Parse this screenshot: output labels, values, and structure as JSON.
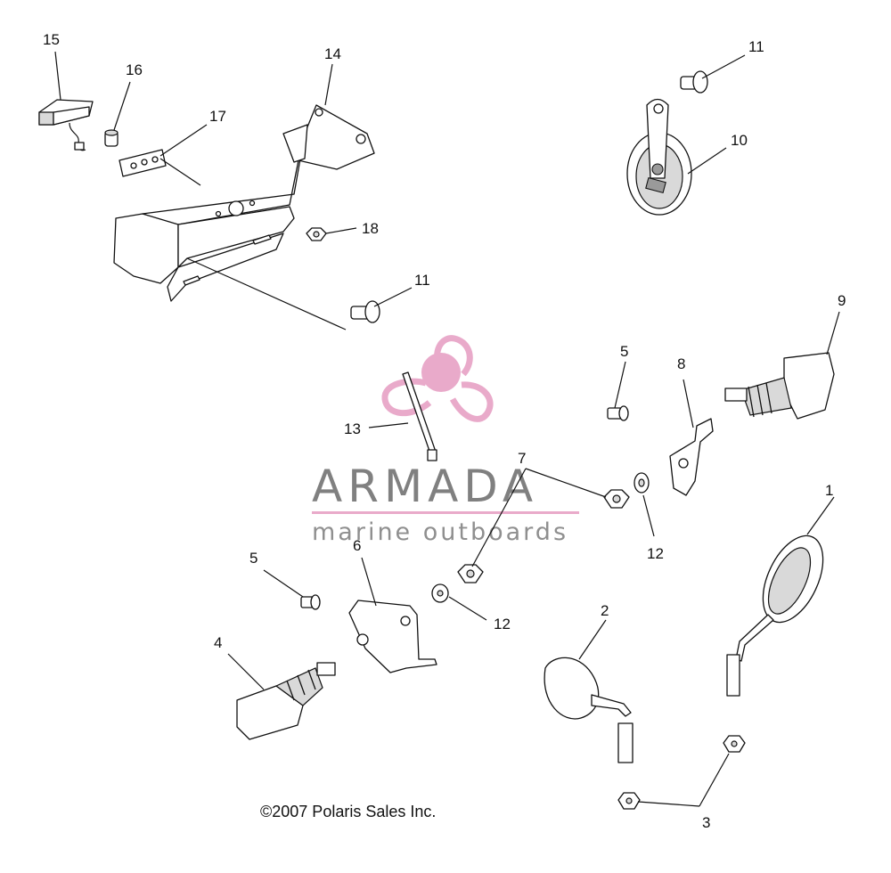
{
  "callouts": {
    "c1": "1",
    "c2": "2",
    "c3": "3",
    "c4": "4",
    "c5a": "5",
    "c5b": "5",
    "c6": "6",
    "c7": "7",
    "c8": "8",
    "c9": "9",
    "c10": "10",
    "c11a": "11",
    "c11b": "11",
    "c12a": "12",
    "c12b": "12",
    "c13": "13",
    "c14": "14",
    "c15": "15",
    "c16": "16",
    "c17": "17",
    "c18": "18"
  },
  "copyright": "©2007 Polaris Sales Inc.",
  "watermark": {
    "title": "ARMADA",
    "subtitle": "marine outboards",
    "logo_color": "#e8a6c8"
  }
}
